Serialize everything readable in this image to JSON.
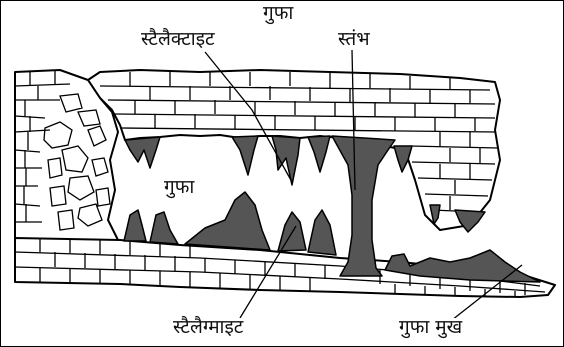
{
  "labels": {
    "cave_top": "गुफा",
    "stalactite": "स्टैलैक्टाइट",
    "pillar": "स्तंभ",
    "cave_inner": "गुफा",
    "stalagmite": "स्टैलैग्माइट",
    "cave_mouth": "गुफा मुख"
  },
  "colors": {
    "deposit": "#555555",
    "rock": "#ffffff",
    "outline": "#000000"
  }
}
